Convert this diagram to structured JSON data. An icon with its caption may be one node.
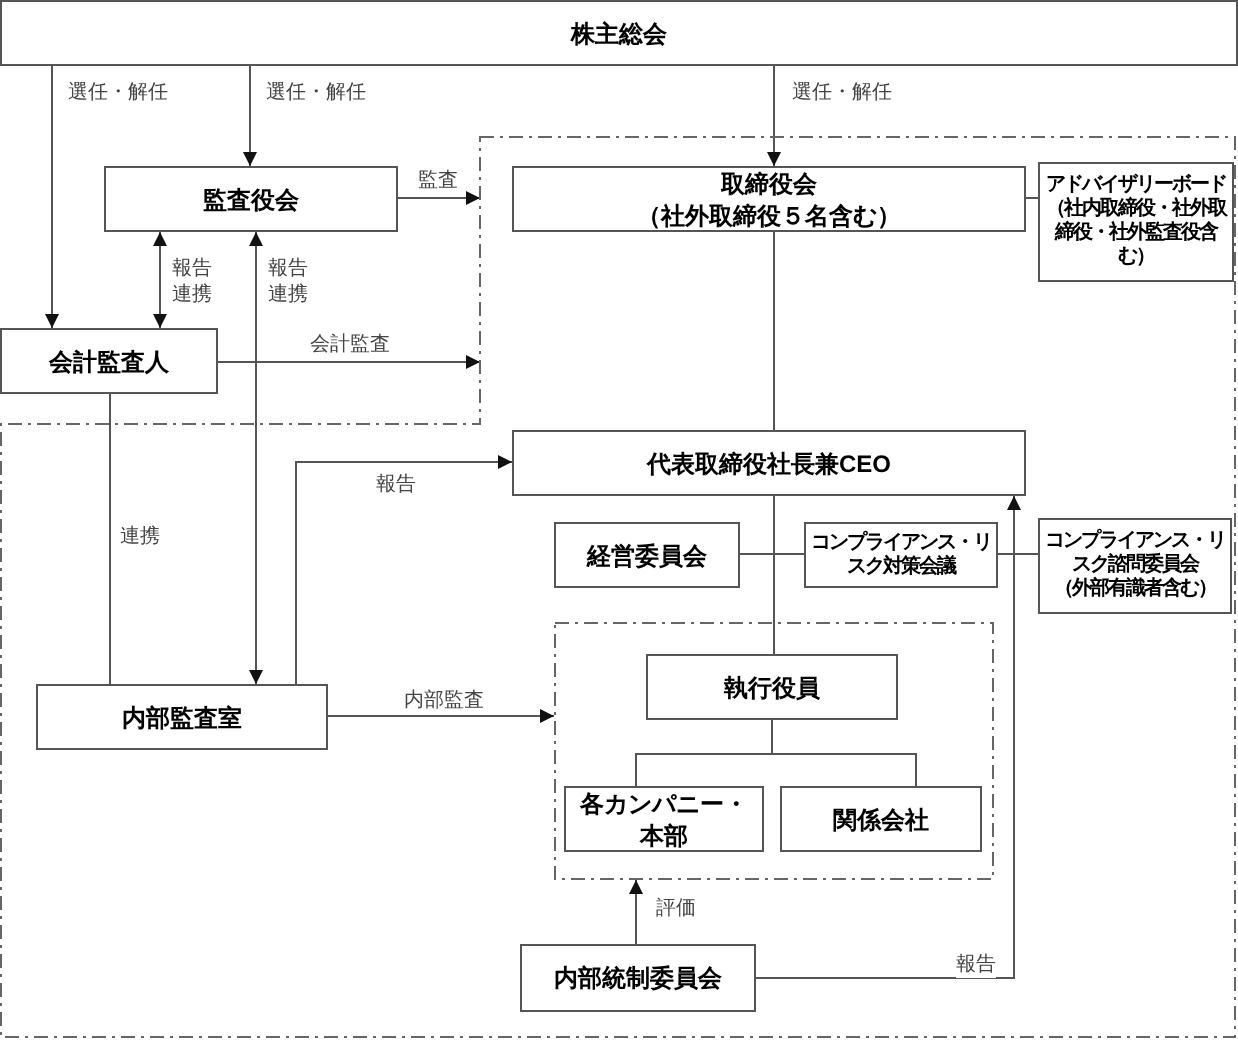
{
  "diagram": {
    "nodes": [
      {
        "text": [
          "株主総会"
        ]
      },
      {
        "text": [],
        "shape": "polygon"
      },
      {
        "text": [
          "監査役会"
        ]
      },
      {
        "text": [
          "取締役会",
          "（社外取締役５名含む）"
        ],
        "in": 1
      },
      {
        "text": [
          "アドバイザリーボード",
          "（社内取締役・社外取締役・社外監査役含む）"
        ],
        "in": 1
      },
      {
        "text": [
          "会計監査人"
        ]
      },
      {
        "text": [
          "代表取締役社長兼CEO"
        ],
        "in": 1
      },
      {
        "text": [
          "経営委員会"
        ],
        "in": 1
      },
      {
        "text": [
          "コンプライアンス・リスク対策会議"
        ],
        "in": 1
      },
      {
        "text": [
          "コンプライアンス・リスク諮問委員会",
          "（外部有識者含む）"
        ],
        "in": 1
      },
      {
        "text": [],
        "shape": "box",
        "in": 1
      },
      {
        "text": [
          "執行役員"
        ],
        "in": 10
      },
      {
        "text": [
          "各カンパニー・本部"
        ],
        "in": 10
      },
      {
        "text": [
          "関係会社"
        ],
        "in": 10
      },
      {
        "text": [
          "内部監査室"
        ],
        "in": 1
      },
      {
        "text": [
          "内部統制委員会"
        ],
        "in": 1
      }
    ],
    "edges": [
      {
        "from": 0,
        "to": 5,
        "arrow": "to",
        "label": "選任・解任"
      },
      {
        "from": 0,
        "to": 2,
        "arrow": "to",
        "label": "選任・解任"
      },
      {
        "from": 0,
        "to": 3,
        "arrow": "to",
        "label": "選任・解任"
      },
      {
        "from": 2,
        "to": 1,
        "arrow": "to",
        "label": "監査"
      },
      {
        "from": 2,
        "to": 5,
        "arrow": "both",
        "label": "報告連携"
      },
      {
        "from": 2,
        "to": 14,
        "arrow": "both",
        "label": "報告連携"
      },
      {
        "from": 5,
        "to": 1,
        "arrow": "to",
        "label": "会計監査"
      },
      {
        "from": 5,
        "to": 14,
        "arrow": "none",
        "label": "連携"
      },
      {
        "from": 14,
        "to": 6,
        "arrow": "to",
        "label": "報告"
      },
      {
        "from": 14,
        "to": 10,
        "arrow": "to",
        "label": "内部監査"
      },
      {
        "from": 3,
        "to": 4,
        "arrow": "none"
      },
      {
        "from": 3,
        "to": 6,
        "arrow": "none"
      },
      {
        "from": 6,
        "to": 11,
        "arrow": "none"
      },
      {
        "from": 7,
        "to": 8,
        "arrow": "none"
      },
      {
        "from": 8,
        "to": 9,
        "arrow": "none"
      },
      {
        "from": 11,
        "to": 12,
        "arrow": "none"
      },
      {
        "from": 11,
        "to": 13,
        "arrow": "none"
      },
      {
        "from": 15,
        "to": 10,
        "arrow": "to",
        "label": "評価"
      },
      {
        "from": 15,
        "to": 6,
        "arrow": "to",
        "label": "報告"
      }
    ]
  }
}
